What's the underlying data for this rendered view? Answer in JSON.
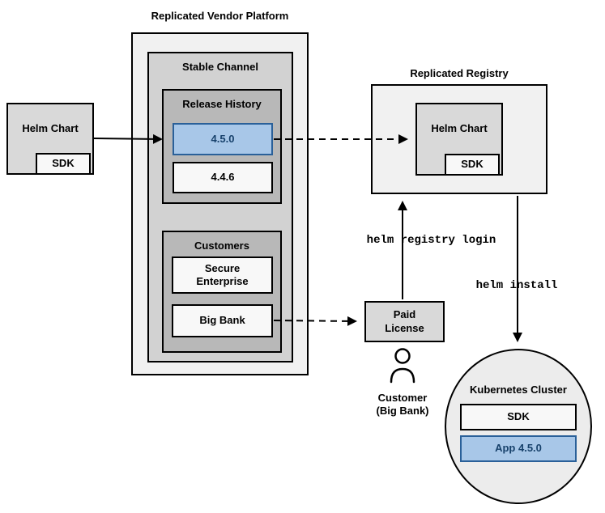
{
  "vendor_platform": {
    "title": "Replicated Vendor Platform",
    "stable_channel": {
      "title": "Stable Channel",
      "release_history": {
        "title": "Release History",
        "versions": [
          {
            "label": "4.5.0",
            "highlighted": true
          },
          {
            "label": "4.4.6",
            "highlighted": false
          }
        ]
      },
      "customers": {
        "title": "Customers",
        "items": [
          {
            "label": "Secure Enterprise"
          },
          {
            "label": "Big Bank"
          }
        ]
      }
    }
  },
  "helm_chart_source": {
    "label": "Helm Chart",
    "sdk_label": "SDK"
  },
  "registry": {
    "title": "Replicated Registry",
    "helm_chart": {
      "label": "Helm Chart",
      "sdk_label": "SDK"
    }
  },
  "paid_license": {
    "label": "Paid License"
  },
  "customer": {
    "label": "Customer (Big Bank)"
  },
  "commands": {
    "registry_login": "helm registry login",
    "install": "helm install"
  },
  "cluster": {
    "title": "Kubernetes Cluster",
    "sdk_label": "SDK",
    "app_label": "App 4.5.0"
  },
  "colors": {
    "highlight_fill": "#a8c7e8",
    "highlight_border": "#2a6099",
    "highlight_text": "#17416b",
    "box_gray": "#d9d9d9",
    "panel_gray": "#f1f1f1"
  }
}
